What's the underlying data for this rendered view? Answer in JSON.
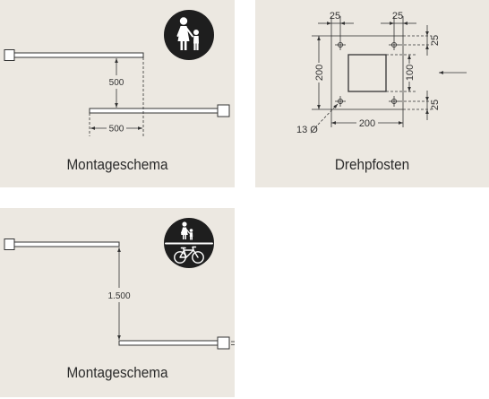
{
  "colors": {
    "page_background": "#ffffff",
    "panel_background": "#ece8e1",
    "line_ink": "#333333",
    "caption_ink": "#2b2b2b",
    "sign_fill": "#1e1e1e",
    "sign_symbol": "#ffffff",
    "bar_fill": "#ffffff"
  },
  "montage_footpath": {
    "caption": "Montageschema",
    "sign_icon": "pedestrian-sign-icon",
    "dimension_vertical": "500",
    "dimension_horizontal": "500"
  },
  "drehpfosten": {
    "caption": "Drehpfosten",
    "arrow_icon": "arrow-left-icon",
    "dim_top_left": "25",
    "dim_top_right": "25",
    "dim_right_top": "25",
    "dim_right_bottom": "25",
    "dim_plate_height": "200",
    "dim_plate_width": "200",
    "dim_post": "100",
    "hole_diameter": "13 Ø"
  },
  "montage_shared_path": {
    "caption": "Montageschema",
    "sign_icon": "pedestrian-bicycle-sign-icon",
    "dimension_vertical": "1.500"
  }
}
